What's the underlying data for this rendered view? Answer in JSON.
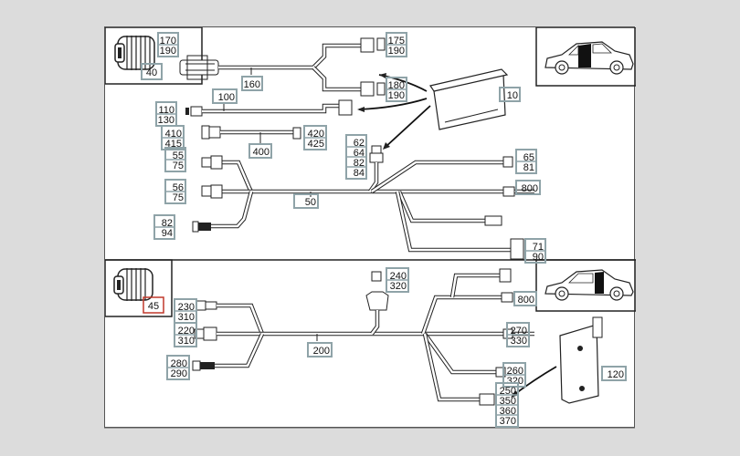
{
  "diagram": {
    "title": "Wiring harness parts diagram",
    "upper_section": {
      "inset_part_label": "40",
      "car_view": "car-rear-door-highlighted",
      "callouts": [
        {
          "id": "c170",
          "lines": [
            "170",
            "190"
          ]
        },
        {
          "id": "c175",
          "lines": [
            "175",
            "190"
          ]
        },
        {
          "id": "c180",
          "lines": [
            "180",
            "190"
          ]
        },
        {
          "id": "c160",
          "lines": [
            "160"
          ]
        },
        {
          "id": "c100",
          "lines": [
            "100"
          ]
        },
        {
          "id": "c10",
          "lines": [
            "10"
          ]
        },
        {
          "id": "c110",
          "lines": [
            "110",
            "130"
          ]
        },
        {
          "id": "c410",
          "lines": [
            "410",
            "415"
          ]
        },
        {
          "id": "c420",
          "lines": [
            "420",
            "425"
          ]
        },
        {
          "id": "c400",
          "lines": [
            "400"
          ]
        },
        {
          "id": "c62",
          "lines": [
            "62",
            "64",
            "82",
            "84"
          ]
        },
        {
          "id": "c55",
          "lines": [
            "55",
            "75"
          ]
        },
        {
          "id": "c56",
          "lines": [
            "56",
            "75"
          ]
        },
        {
          "id": "c50",
          "lines": [
            "50"
          ]
        },
        {
          "id": "c65",
          "lines": [
            "65",
            "81"
          ]
        },
        {
          "id": "c800a",
          "lines": [
            "800"
          ]
        },
        {
          "id": "c82",
          "lines": [
            "82",
            "94"
          ]
        },
        {
          "id": "c71",
          "lines": [
            "71",
            "90"
          ]
        }
      ]
    },
    "lower_section": {
      "inset_part_label": "45",
      "car_view": "car-front-door-highlighted",
      "callouts": [
        {
          "id": "c230",
          "lines": [
            "230",
            "310"
          ]
        },
        {
          "id": "c220",
          "lines": [
            "220",
            "310"
          ]
        },
        {
          "id": "c280",
          "lines": [
            "280",
            "290"
          ]
        },
        {
          "id": "c240",
          "lines": [
            "240",
            "320"
          ]
        },
        {
          "id": "c200",
          "lines": [
            "200"
          ]
        },
        {
          "id": "c800b",
          "lines": [
            "800"
          ]
        },
        {
          "id": "c270",
          "lines": [
            "270",
            "330"
          ]
        },
        {
          "id": "c260",
          "lines": [
            "260",
            "320"
          ]
        },
        {
          "id": "c250",
          "lines": [
            "250",
            "350",
            "360",
            "370"
          ]
        },
        {
          "id": "c120",
          "lines": [
            "120"
          ]
        }
      ]
    },
    "colors": {
      "callout_border": "#8fa3a8",
      "highlight_border": "#c0392b",
      "background": "#dcdcdc"
    }
  }
}
